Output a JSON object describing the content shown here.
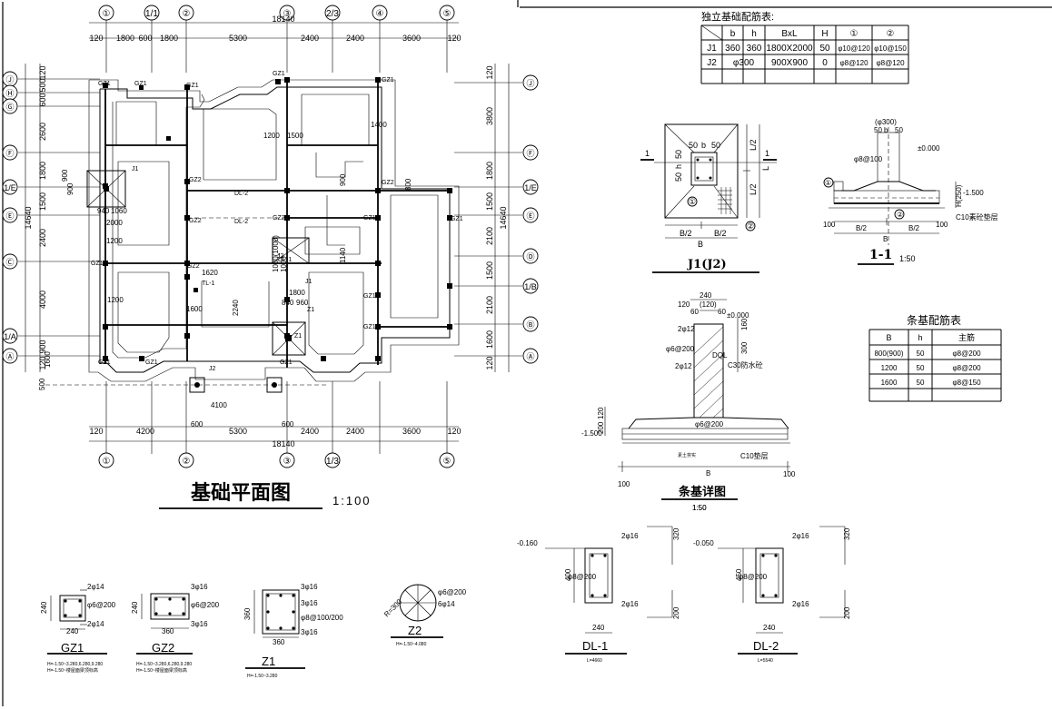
{
  "grid": {
    "columns": [
      "①",
      "1/1",
      "②",
      "③",
      "2/3",
      "④",
      "⑤"
    ],
    "bottom_columns": [
      "①",
      "②",
      "③",
      "1/3",
      "⑤"
    ],
    "rows": [
      "Ⓙ",
      "Ⓗ",
      "Ⓖ",
      "Ⓕ",
      "1/E",
      "Ⓔ",
      "Ⓒ",
      "1/A",
      "Ⓐ"
    ],
    "right_rows": [
      "Ⓙ",
      "Ⓕ",
      "1/E",
      "Ⓔ",
      "Ⓓ",
      "1/B",
      "Ⓑ",
      "Ⓐ"
    ]
  },
  "dims": {
    "top_total": "18140",
    "top": [
      "120",
      "1800",
      "600",
      "1800",
      "5300",
      "2400",
      "2400",
      "3600",
      "120"
    ],
    "bottom_total": "18140",
    "bottom": [
      "120",
      "4200",
      "5300",
      "2400",
      "2400",
      "3600",
      "120"
    ],
    "left": [
      "120",
      "500",
      "600",
      "2600",
      "1800",
      "1500",
      "2400",
      "4000",
      "900",
      "120"
    ],
    "left_total": "14640",
    "right": [
      "120",
      "3800",
      "1800",
      "1500",
      "2100",
      "1500",
      "2100",
      "1600",
      "120"
    ],
    "right_total": "14640",
    "inner": [
      "900",
      "900",
      "940",
      "1060",
      "2000",
      "1200",
      "1620",
      "1200",
      "1600",
      "1000(1000)",
      "1000",
      "2240",
      "1800",
      "840",
      "960",
      "4100",
      "600",
      "600",
      "500",
      "1600",
      "1200",
      "1500",
      "800",
      "900",
      "1400",
      "1140"
    ]
  },
  "plan": {
    "title": "基础平面图",
    "scale": "1:100",
    "labels": [
      "GZ1",
      "GZ1",
      "GZ1",
      "GZ2",
      "GZ2",
      "GZ1",
      "GZ1",
      "GZ1",
      "GZ2",
      "GZ1",
      "GZ2",
      "GZ1",
      "GZ1",
      "GZ1",
      "GZ1",
      "GZ1",
      "GZ2",
      "GZ1",
      "Z1",
      "Z1",
      "J1",
      "J1",
      "J2",
      "J2",
      "TL-1",
      "DL-1",
      "DL-2",
      "DL-2"
    ]
  },
  "found_table": {
    "title": "独立基础配筋表:",
    "headers": [
      "b",
      "h",
      "BxL",
      "H",
      "①",
      "②"
    ],
    "rows": [
      [
        "J1",
        "360",
        "360",
        "1800X2000",
        "50",
        "φ10@120",
        "φ10@150"
      ],
      [
        "J2",
        "φ300",
        "",
        "900X900",
        "0",
        "φ8@120",
        "φ8@120"
      ]
    ]
  },
  "j1": {
    "caption": "J1(J2)",
    "labels": [
      "50",
      "b",
      "50",
      "L/2",
      "L/2",
      "L",
      "B/2",
      "B/2",
      "B",
      "50",
      "h",
      "50",
      "1",
      "1",
      "①",
      "②"
    ]
  },
  "sec11": {
    "caption": "1-1",
    "scale": "1:50",
    "labels": [
      "(φ300)",
      "50",
      "b",
      "50",
      "±0.000",
      "φ8@100",
      "-1.500",
      "①",
      "②",
      "B/2",
      "B/2",
      "B",
      "100",
      "100",
      "C10素砼垫层",
      "H(250)"
    ]
  },
  "strip_table": {
    "title": "条基配筋表",
    "headers": [
      "B",
      "h",
      "主筋"
    ],
    "rows": [
      [
        "800(900)",
        "50",
        "φ8@200"
      ],
      [
        "1200",
        "50",
        "φ8@200"
      ],
      [
        "1600",
        "50",
        "φ8@150"
      ]
    ]
  },
  "strip": {
    "caption": "条基详图",
    "scale": "1:50",
    "labels": [
      "240",
      "(120)",
      "120",
      "60",
      "60",
      "±0.000",
      "2φ12",
      "φ6@200",
      "2φ12",
      "DQL",
      "C30防水砼",
      "160",
      "300",
      "-1.500",
      "φ6@200",
      "120",
      "200",
      "C10垫层",
      "B",
      "100",
      "100",
      "素土夯实",
      "1:50"
    ]
  },
  "sections": [
    {
      "name": "GZ1",
      "w": "240",
      "h": "240",
      "top": "2φ14",
      "mid": "φ6@200",
      "bot": "2φ14",
      "note1": "H=-1.50~3.280,6.280,9.280",
      "note2": "H=-1.50~楼屋面梁顶标高"
    },
    {
      "name": "GZ2",
      "w": "360",
      "h": "240",
      "top": "3φ16",
      "mid": "φ6@200",
      "bot": "3φ16",
      "note1": "H=-1.50~3.280,6.280,9.280",
      "note2": "H=-1.50~楼屋面梁顶标高"
    },
    {
      "name": "Z1",
      "w": "360",
      "h": "360",
      "top": "3φ16",
      "mid1": "3φ16",
      "mid": "φ8@100/200",
      "bot": "3φ16",
      "note1": "H=-1.50~3.280"
    },
    {
      "name": "Z2",
      "r": "R=300",
      "top": "φ6@200",
      "mid": "6φ14",
      "note1": "H=-1.50~4.080"
    }
  ],
  "dl": [
    {
      "name": "DL-1",
      "elev": "-0.160",
      "h": "400",
      "w": "240",
      "top": "2φ16",
      "mid": "φ8@200",
      "bot": "2φ16",
      "dim1": "320",
      "dim2": "200",
      "note": "L=4660"
    },
    {
      "name": "DL-2",
      "elev": "-0.050",
      "h": "450",
      "w": "240",
      "top": "2φ16",
      "mid": "φ8@200",
      "bot": "2φ16",
      "dim1": "320",
      "dim2": "200",
      "note": "L=5540"
    }
  ]
}
